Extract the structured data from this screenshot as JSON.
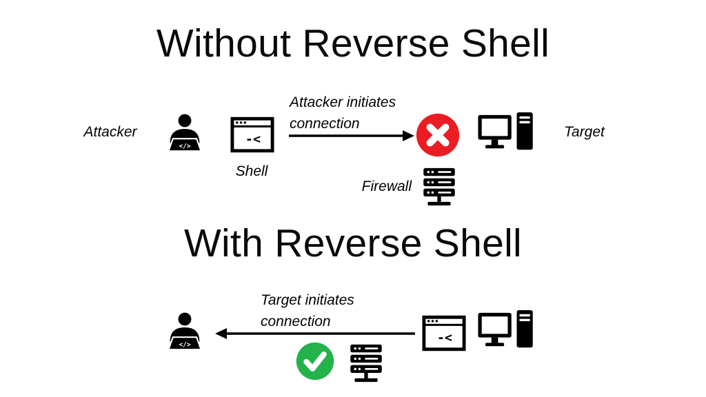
{
  "diagram": {
    "without": {
      "title": "Without Reverse Shell",
      "attacker_label": "Attacker",
      "shell_label": "Shell",
      "connection_line1": "Attacker initiates",
      "connection_line2": "connection",
      "firewall_label": "Firewall",
      "target_label": "Target"
    },
    "with": {
      "title": "With Reverse Shell",
      "connection_line1": "Target initiates",
      "connection_line2": "connection"
    },
    "terminal_prompt": "-<",
    "laptop_code": "</>"
  },
  "colors": {
    "background": "#ffffff",
    "ink": "#000000",
    "blocked": "#ec1c24",
    "allowed": "#24b24b"
  }
}
